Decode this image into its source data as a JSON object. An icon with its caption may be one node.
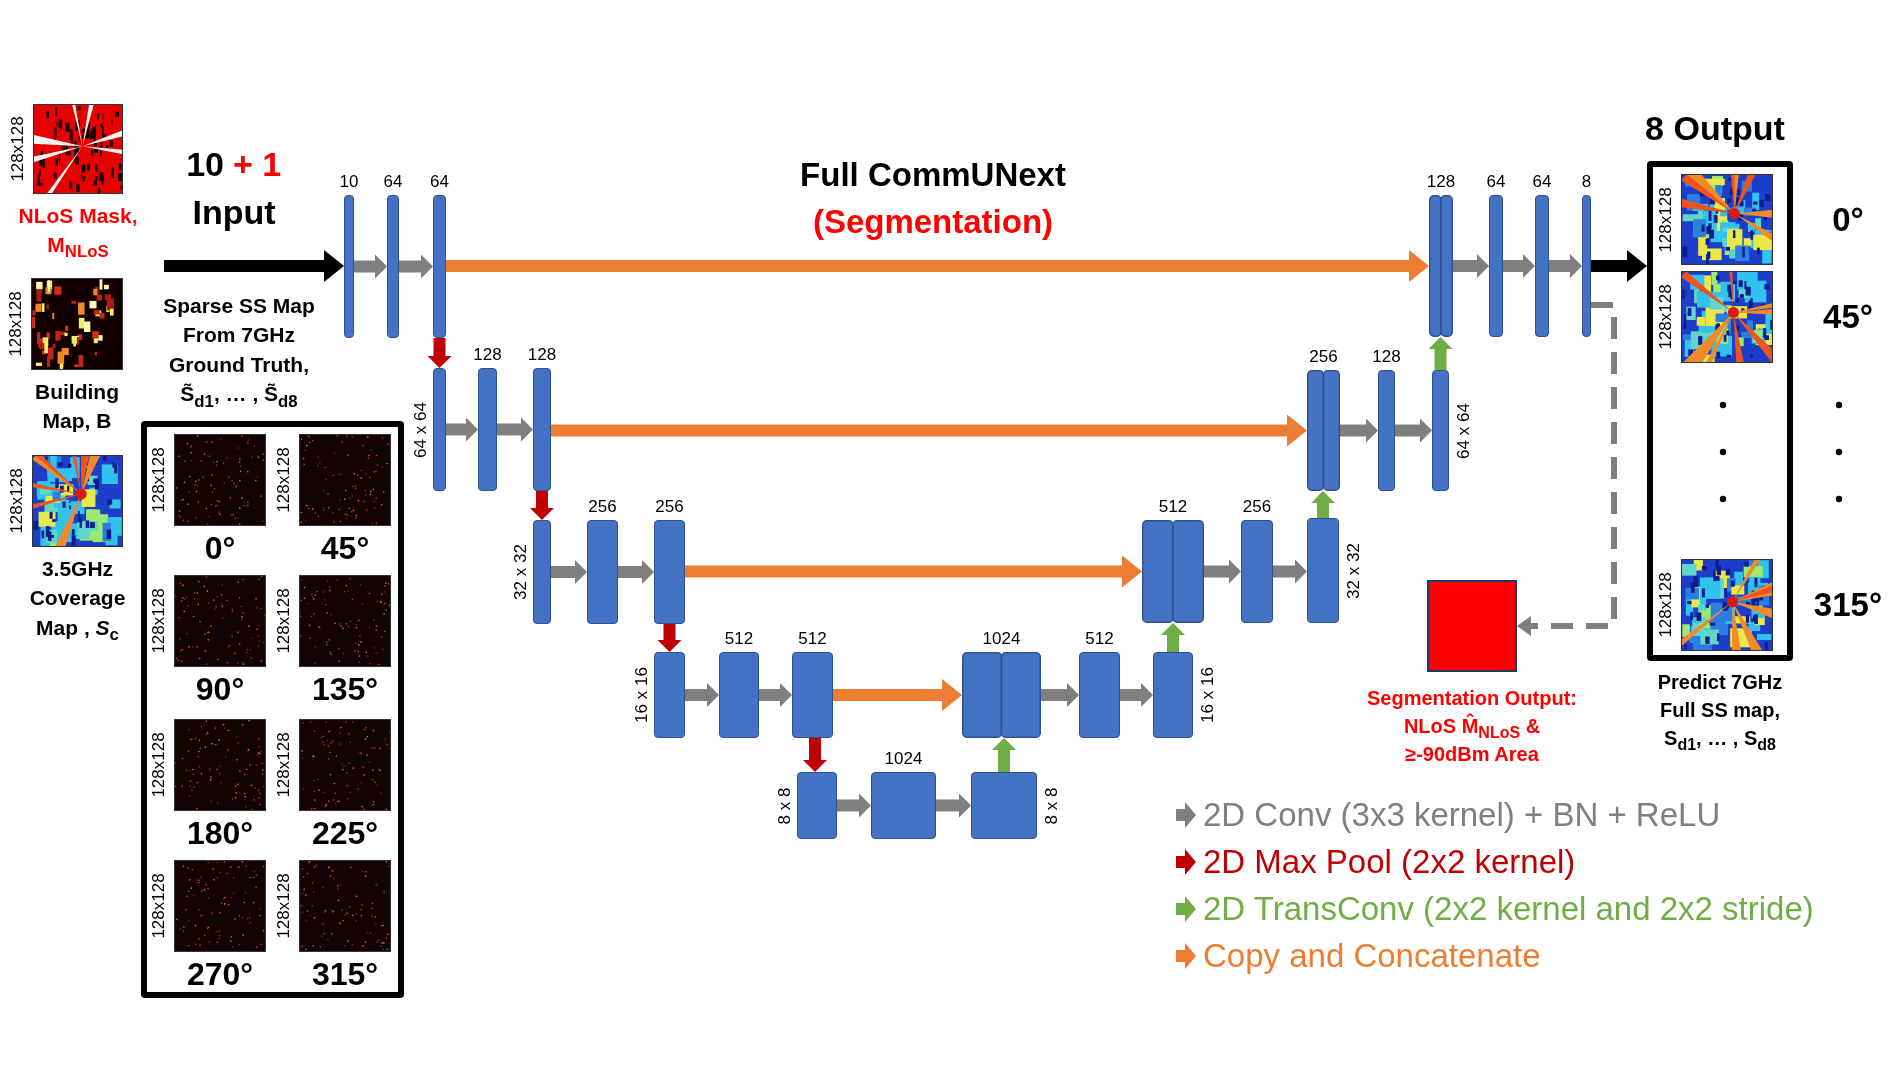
{
  "diagram": {
    "title": "Full CommUNext",
    "nodes": [
      {
        "text": [],
        "shape": "picture",
        "beside": [
          "128x128",
          "NLoS Mask, M$_{NLoS}$"
        ]
      },
      {
        "text": [],
        "shape": "picture",
        "beside": [
          "128x128",
          "Building Map, B"
        ]
      },
      {
        "text": [],
        "shape": "picture",
        "beside": [
          "128x128",
          "3.5GHz Coverage Map , *S*$_{c}$"
        ]
      },
      {
        "text": [
          "Sparse SS Map From 7GHz Ground Truth, S̃$_{d1}$, … , S̃$_{d8}$"
        ]
      },
      {
        "text": [],
        "shape": "picture",
        "beside": [
          "128x128",
          "0°"
        ],
        "in": 3
      },
      {
        "text": [],
        "shape": "picture",
        "beside": [
          "128x128",
          "45°"
        ],
        "in": 3
      },
      {
        "text": [],
        "shape": "picture",
        "beside": [
          "128x128",
          "90°"
        ],
        "in": 3
      },
      {
        "text": [],
        "shape": "picture",
        "beside": [
          "128x128",
          "135°"
        ],
        "in": 3
      },
      {
        "text": [],
        "shape": "picture",
        "beside": [
          "128x128",
          "180°"
        ],
        "in": 3
      },
      {
        "text": [],
        "shape": "picture",
        "beside": [
          "128x128",
          "225°"
        ],
        "in": 3
      },
      {
        "text": [],
        "shape": "picture",
        "beside": [
          "128x128",
          "270°"
        ],
        "in": 3
      },
      {
        "text": [],
        "shape": "picture",
        "beside": [
          "128x128",
          "315°"
        ],
        "in": 3
      },
      {
        "text": [
          "10"
        ]
      },
      {
        "text": [
          "64"
        ]
      },
      {
        "text": [
          "64"
        ]
      },
      {
        "text": [
          "128"
        ]
      },
      {
        "text": [
          "64"
        ]
      },
      {
        "text": [
          "64"
        ]
      },
      {
        "text": [
          "8"
        ]
      },
      {
        "text": [
          "8 Output"
        ],
        "beside": [
          "Predict 7GHz Full SS map, S$_{d1}$, … , S$_{d8}$"
        ]
      },
      {
        "text": [],
        "shape": "picture",
        "beside": [
          "128x128",
          "0°"
        ],
        "in": 19
      },
      {
        "text": [],
        "shape": "picture",
        "beside": [
          "128x128",
          "45°"
        ],
        "in": 19
      },
      {
        "text": [],
        "shape": "picture",
        "beside": [
          "128x128",
          "315°"
        ],
        "in": 19
      },
      {
        "text": [],
        "shape": "bar",
        "beside": [
          "64 x 64"
        ]
      },
      {
        "text": [
          "128"
        ]
      },
      {
        "text": [
          "128"
        ]
      },
      {
        "text": [
          "256"
        ]
      },
      {
        "text": [
          "128"
        ]
      },
      {
        "text": [],
        "shape": "bar",
        "beside": [
          "64 x 64"
        ]
      },
      {
        "text": [],
        "shape": "bar",
        "beside": [
          "32 x 32"
        ]
      },
      {
        "text": [
          "256"
        ]
      },
      {
        "text": [
          "256"
        ]
      },
      {
        "text": [
          "512"
        ]
      },
      {
        "text": [
          "256"
        ]
      },
      {
        "text": [],
        "shape": "bar",
        "beside": [
          "32 x 32"
        ]
      },
      {
        "text": [],
        "shape": "box",
        "beside": [
          "Segmentation Output: NLoS M̂$_{NLoS}$ & ≥-90dBm Area"
        ]
      },
      {
        "text": [],
        "shape": "bar",
        "beside": [
          "16 x 16"
        ]
      },
      {
        "text": [
          "512"
        ]
      },
      {
        "text": [
          "512"
        ]
      },
      {
        "text": [
          "1024"
        ]
      },
      {
        "text": [
          "512"
        ]
      },
      {
        "text": [],
        "shape": "bar",
        "beside": [
          "16 x 16"
        ]
      },
      {
        "text": [],
        "shape": "bar",
        "beside": [
          "8 x 8"
        ]
      },
      {
        "text": [
          "1024"
        ]
      },
      {
        "text": [],
        "shape": "bar",
        "beside": [
          "8 x 8"
        ]
      }
    ],
    "edges": [
      {
        "from": null,
        "to": 12,
        "arrow": "to",
        "color": "#000000"
      },
      {
        "from": 12,
        "to": 13,
        "arrow": "to"
      },
      {
        "from": 13,
        "to": 14,
        "arrow": "to"
      },
      {
        "from": 14,
        "to": 23,
        "arrow": "to",
        "color": "#c00000"
      },
      {
        "from": 14,
        "to": 15,
        "arrow": "to",
        "color": "#ed7d31"
      },
      {
        "from": 15,
        "to": 16,
        "arrow": "to"
      },
      {
        "from": 16,
        "to": 17,
        "arrow": "to"
      },
      {
        "from": 17,
        "to": 18,
        "arrow": "to"
      },
      {
        "from": 18,
        "to": 19,
        "arrow": "to",
        "color": "#000000"
      },
      {
        "from": 18,
        "to": 35,
        "arrow": "to",
        "style": "dashed"
      },
      {
        "from": 23,
        "to": 24,
        "arrow": "to"
      },
      {
        "from": 24,
        "to": 25,
        "arrow": "to"
      },
      {
        "from": 25,
        "to": 29,
        "arrow": "to",
        "color": "#c00000"
      },
      {
        "from": 25,
        "to": 26,
        "arrow": "to",
        "color": "#ed7d31"
      },
      {
        "from": 26,
        "to": 27,
        "arrow": "to"
      },
      {
        "from": 27,
        "to": 28,
        "arrow": "to"
      },
      {
        "from": 28,
        "to": 15,
        "arrow": "to",
        "color": "#70ad47"
      },
      {
        "from": 29,
        "to": 30,
        "arrow": "to"
      },
      {
        "from": 30,
        "to": 31,
        "arrow": "to"
      },
      {
        "from": 31,
        "to": 36,
        "arrow": "to",
        "color": "#c00000"
      },
      {
        "from": 31,
        "to": 32,
        "arrow": "to",
        "color": "#ed7d31"
      },
      {
        "from": 32,
        "to": 33,
        "arrow": "to"
      },
      {
        "from": 33,
        "to": 34,
        "arrow": "to"
      },
      {
        "from": 34,
        "to": 26,
        "arrow": "to",
        "color": "#70ad47"
      },
      {
        "from": 36,
        "to": 37,
        "arrow": "to"
      },
      {
        "from": 37,
        "to": 38,
        "arrow": "to"
      },
      {
        "from": 38,
        "to": 42,
        "arrow": "to",
        "color": "#c00000"
      },
      {
        "from": 38,
        "to": 39,
        "arrow": "to",
        "color": "#ed7d31"
      },
      {
        "from": 39,
        "to": 40,
        "arrow": "to"
      },
      {
        "from": 40,
        "to": 41,
        "arrow": "to"
      },
      {
        "from": 41,
        "to": 32,
        "arrow": "to",
        "color": "#70ad47"
      },
      {
        "from": 42,
        "to": 43,
        "arrow": "to"
      },
      {
        "from": 43,
        "to": 44,
        "arrow": "to"
      },
      {
        "from": 44,
        "to": 39,
        "arrow": "to",
        "color": "#70ad47"
      }
    ],
    "labels": [
      "10",
      "+ 1",
      "Input",
      "(Segmentation)"
    ],
    "legend": [
      {
        "text": "2D Conv (3x3 kernel) + BN + ReLU",
        "color": "#7f7f7f"
      },
      {
        "text": "2D Max Pool (2x2 kernel)",
        "color": "#c00000"
      },
      {
        "text": "2D TransConv (2x2 kernel and 2x2 stride)",
        "color": "#70ad47"
      },
      {
        "text": "Copy and Concatenate",
        "color": "#ed7d31"
      }
    ]
  }
}
